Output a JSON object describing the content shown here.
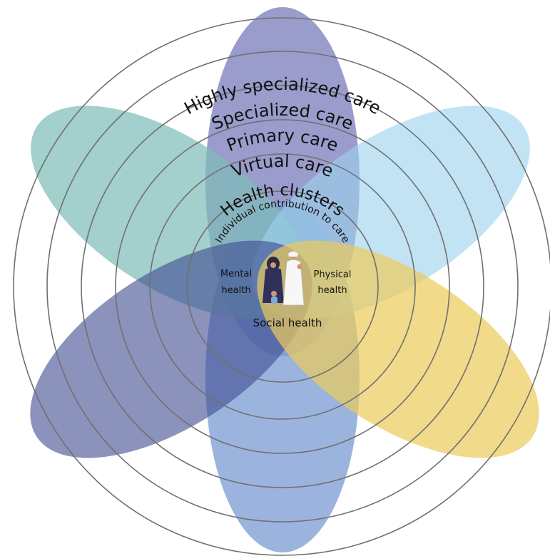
{
  "rings": [
    "Highly specialized care",
    "Specialized care",
    "Primary care",
    "Virtual care",
    "Health clusters",
    "Individual contribution to care"
  ],
  "center": {
    "mental_line1": "Mental",
    "mental_line2": "health",
    "physical_line1": "Physical",
    "physical_line2": "health",
    "social": "Social health"
  },
  "colors": {
    "top_petal": "#8f91c6",
    "bottom_petal": "#7f9fd4",
    "left_upper_petal": "#7fbdb8",
    "right_upper_petal": "#9dd2ec",
    "left_lower_petal": "#3e4a90",
    "right_lower_petal": "#eccb5a",
    "ring_stroke": "#707070"
  }
}
